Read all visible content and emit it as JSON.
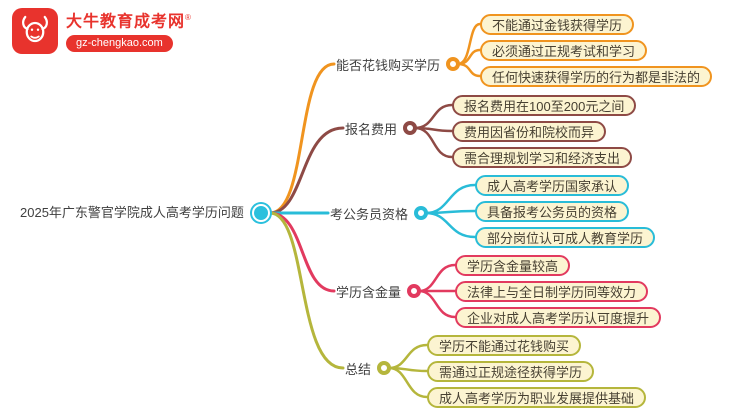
{
  "logo": {
    "brand": "大牛教育成考网",
    "reg": "®",
    "url": "gz-chengkao.com",
    "brand_color": "#e8332d"
  },
  "mindmap": {
    "root": "2025年广东警官学院成人高考学历问题",
    "root_color": "#2bc0dd",
    "leaf_bg": "#fcf4d1",
    "branches": [
      {
        "label": "能否花钱购买学历",
        "color": "#f0941f",
        "children": [
          "不能通过金钱获得学历",
          "必须通过正规考试和学习",
          "任何快速获得学历的行为都是非法的"
        ]
      },
      {
        "label": "报名费用",
        "color": "#8e4a45",
        "children": [
          "报名费用在100至200元之间",
          "费用因省份和院校而异",
          "需合理规划学习和经济支出"
        ]
      },
      {
        "label": "考公务员资格",
        "color": "#29bcd8",
        "children": [
          "成人高考学历国家承认",
          "具备报考公务员的资格",
          "部分岗位认可成人教育学历"
        ]
      },
      {
        "label": "学历含金量",
        "color": "#e23a5f",
        "children": [
          "学历含金量较高",
          "法律上与全日制学历同等效力",
          "企业对成人高考学历认可度提升"
        ]
      },
      {
        "label": "总结",
        "color": "#b5b63c",
        "children": [
          "学历不能通过花钱购买",
          "需通过正规途径获得学历",
          "成人高考学历为职业发展提供基础"
        ]
      }
    ]
  }
}
